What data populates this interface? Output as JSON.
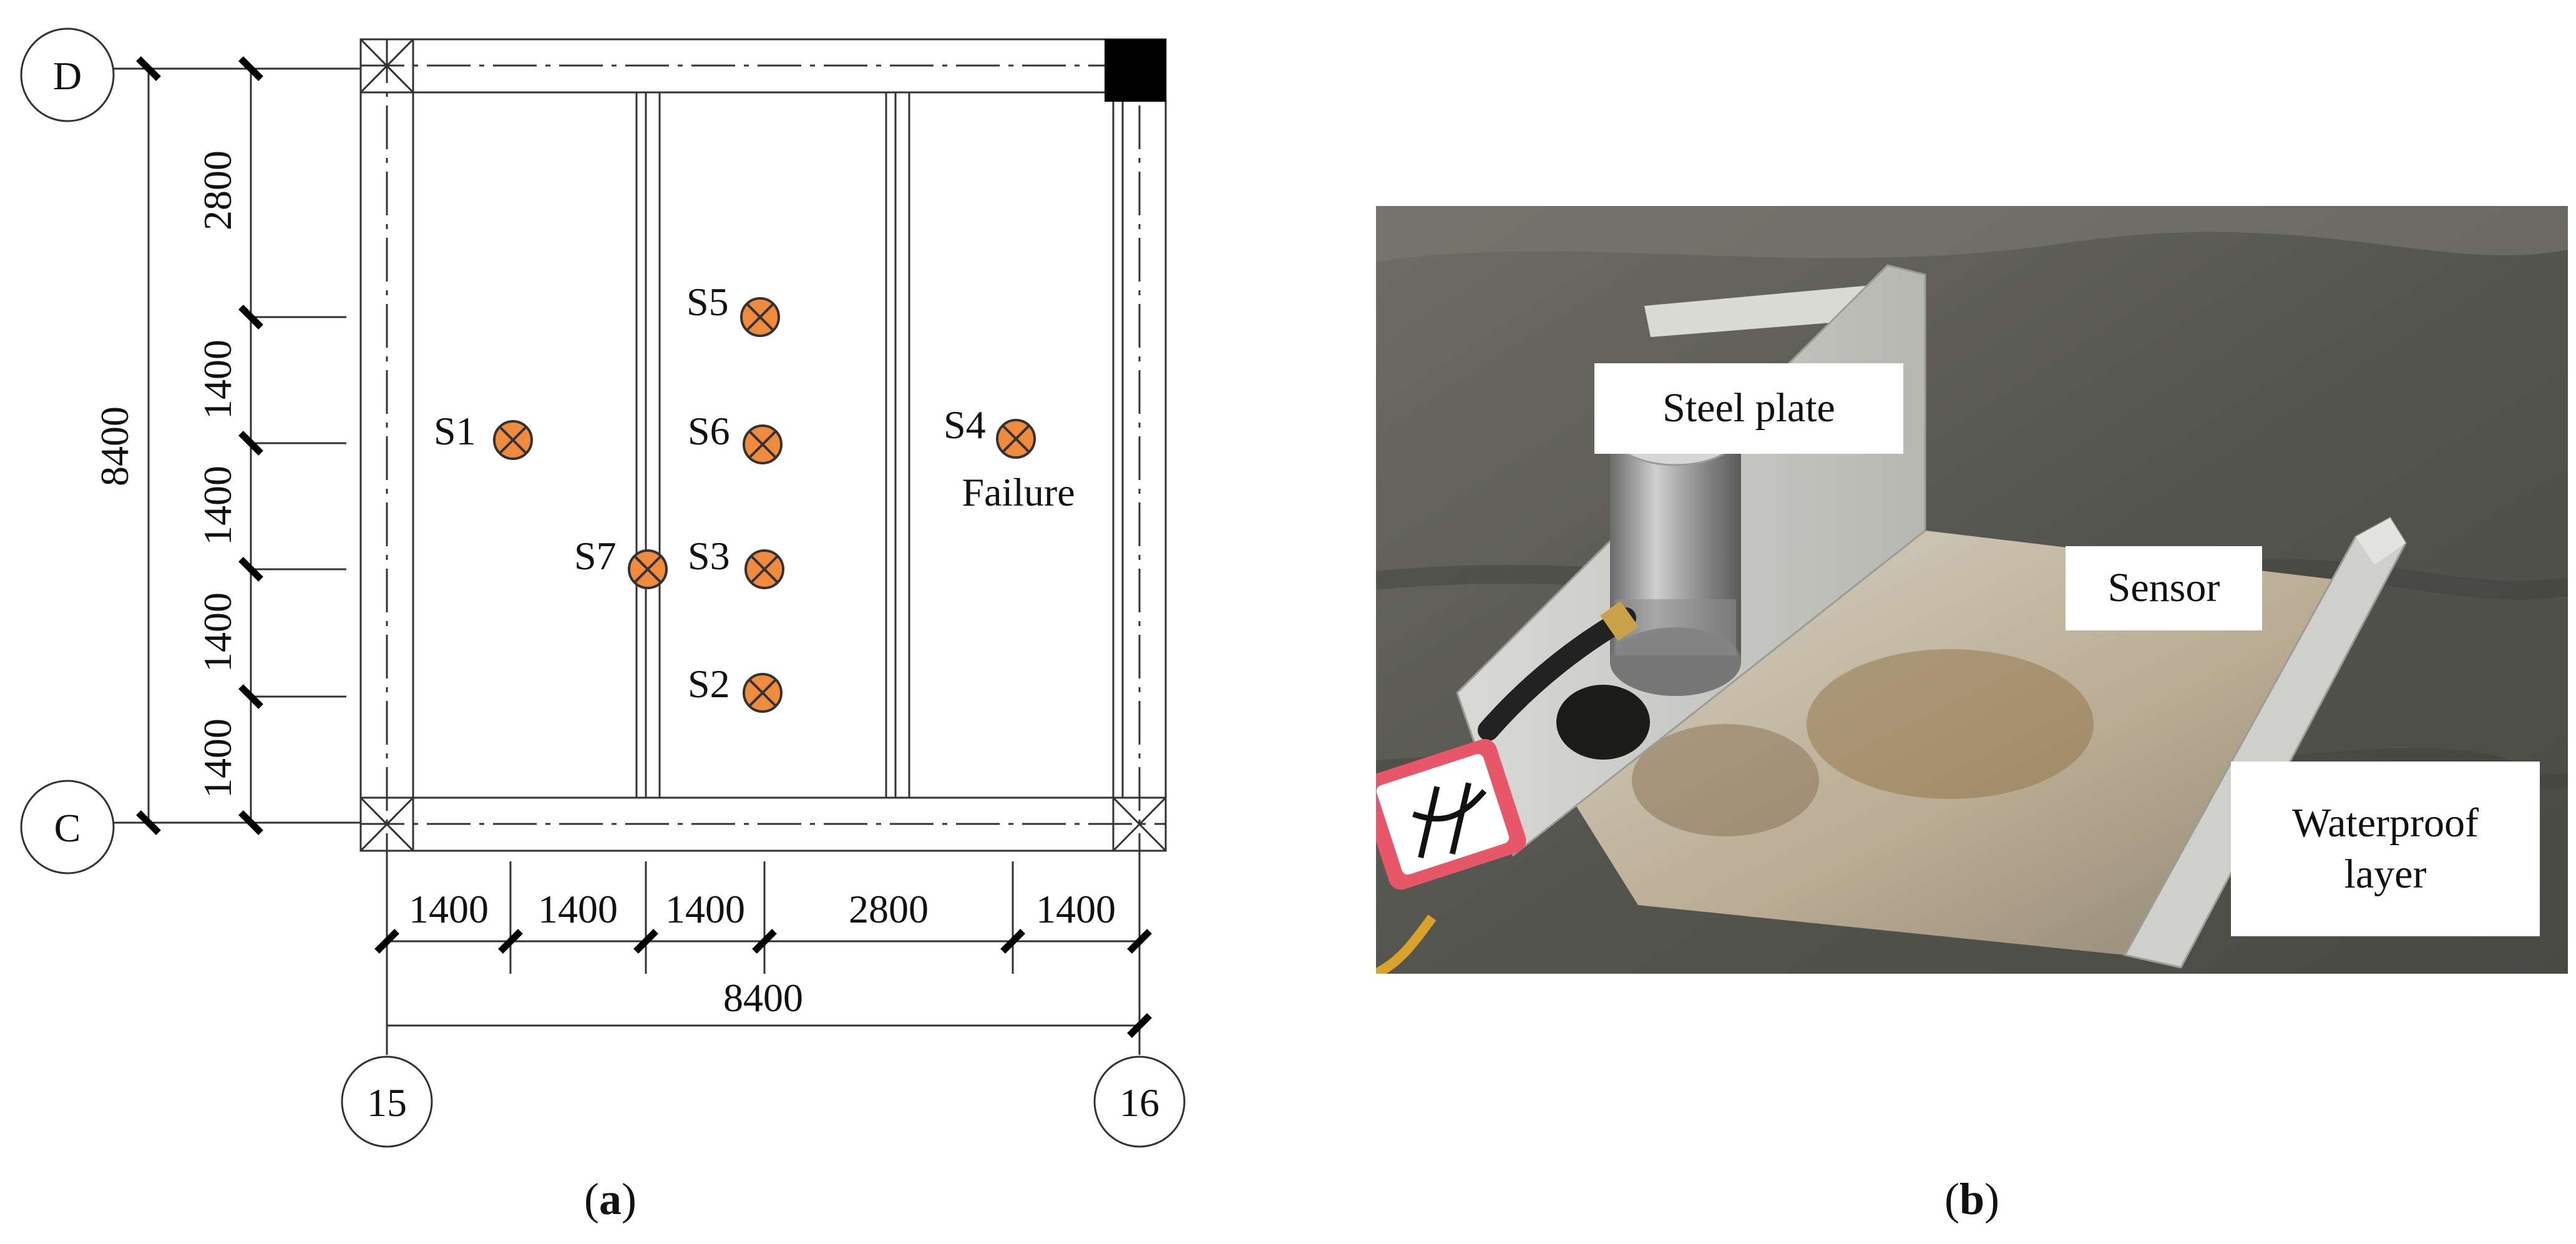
{
  "grid_axes": {
    "top": "D",
    "bottom": "C",
    "left": "15",
    "right": "16"
  },
  "dimensions": {
    "left_total": "8400",
    "left_segments": [
      "2800",
      "1400",
      "1400",
      "1400",
      "1400"
    ],
    "bottom_segments": [
      "1400",
      "1400",
      "1400",
      "2800",
      "1400"
    ],
    "bottom_total": "8400"
  },
  "sensors": [
    {
      "label": "S1"
    },
    {
      "label": "S2"
    },
    {
      "label": "S3"
    },
    {
      "label": "S4",
      "note": "Failure"
    },
    {
      "label": "S5"
    },
    {
      "label": "S6"
    },
    {
      "label": "S7"
    }
  ],
  "photo_labels": {
    "steel_plate": "Steel plate",
    "sensor": "Sensor",
    "waterproof_line1": "Waterproof",
    "waterproof_line2": "layer"
  },
  "captions": {
    "a": "a",
    "b": "b"
  },
  "colors": {
    "sensor_fill": "#F08A3C",
    "line": "#333333",
    "column_fill": "#000000"
  }
}
